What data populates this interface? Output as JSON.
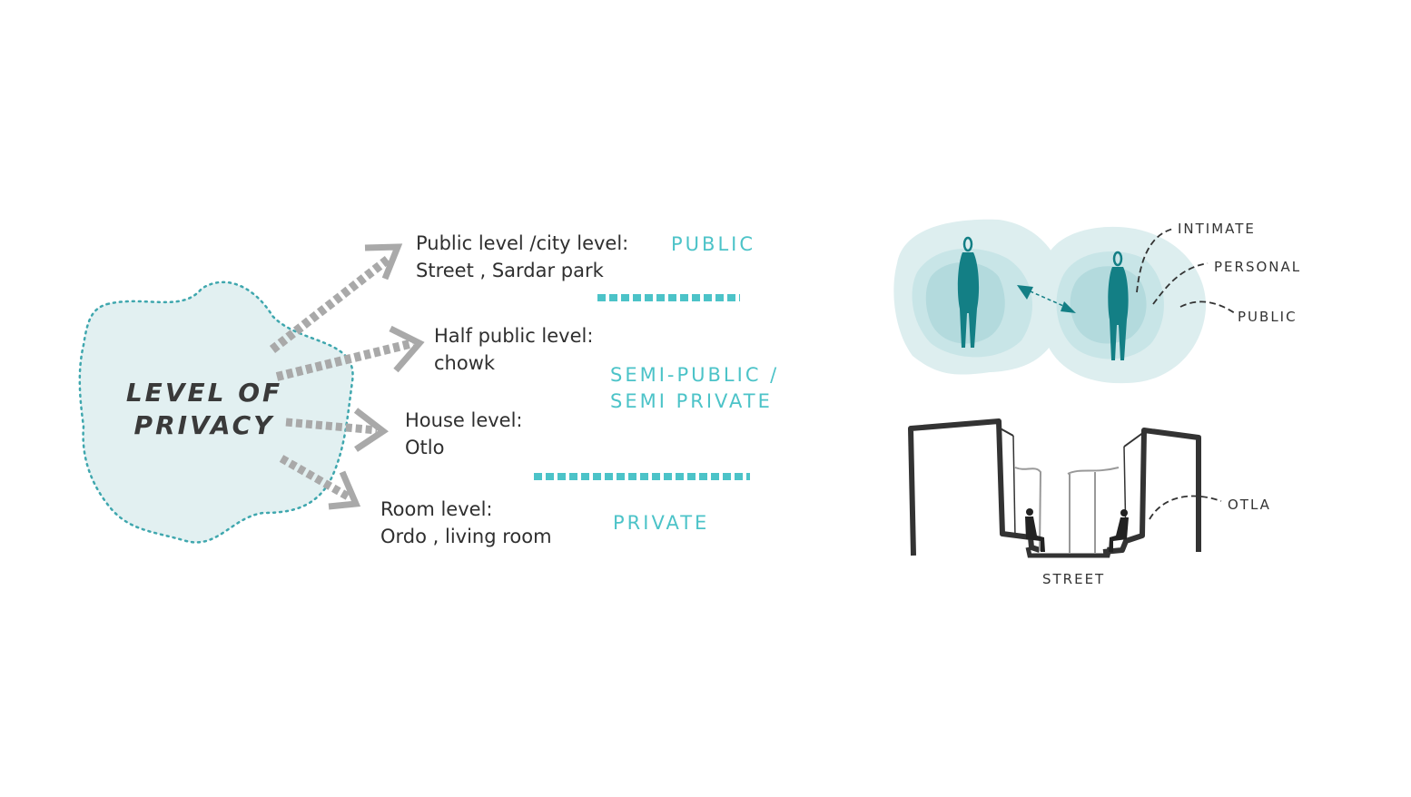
{
  "center": {
    "line1": "LEVEL OF",
    "line2": "PRIVACY"
  },
  "levels": [
    {
      "line1": "Public level /city level:",
      "line2": "Street , Sardar park"
    },
    {
      "line1": "Half public level:",
      "line2": "chowk"
    },
    {
      "line1": "House level:",
      "line2": "Otlo"
    },
    {
      "line1": "Room level:",
      "line2": "Ordo , living room"
    }
  ],
  "categories": {
    "public": "PUBLIC",
    "semi_line1": "SEMI-PUBLIC  /",
    "semi_line2": "SEMI PRIVATE",
    "private": "PRIVATE"
  },
  "proxemics": {
    "intimate": "INTIMATE",
    "personal": "PERSONAL",
    "public": "PUBLIC"
  },
  "section": {
    "otla": "OTLA",
    "street": "STREET"
  },
  "colors": {
    "accent": "#4cc3c8",
    "blob": "#e2f0f1",
    "blob_dots": "#3fa7ae",
    "figure": "#137f85",
    "arrow": "#a9a9a9"
  }
}
